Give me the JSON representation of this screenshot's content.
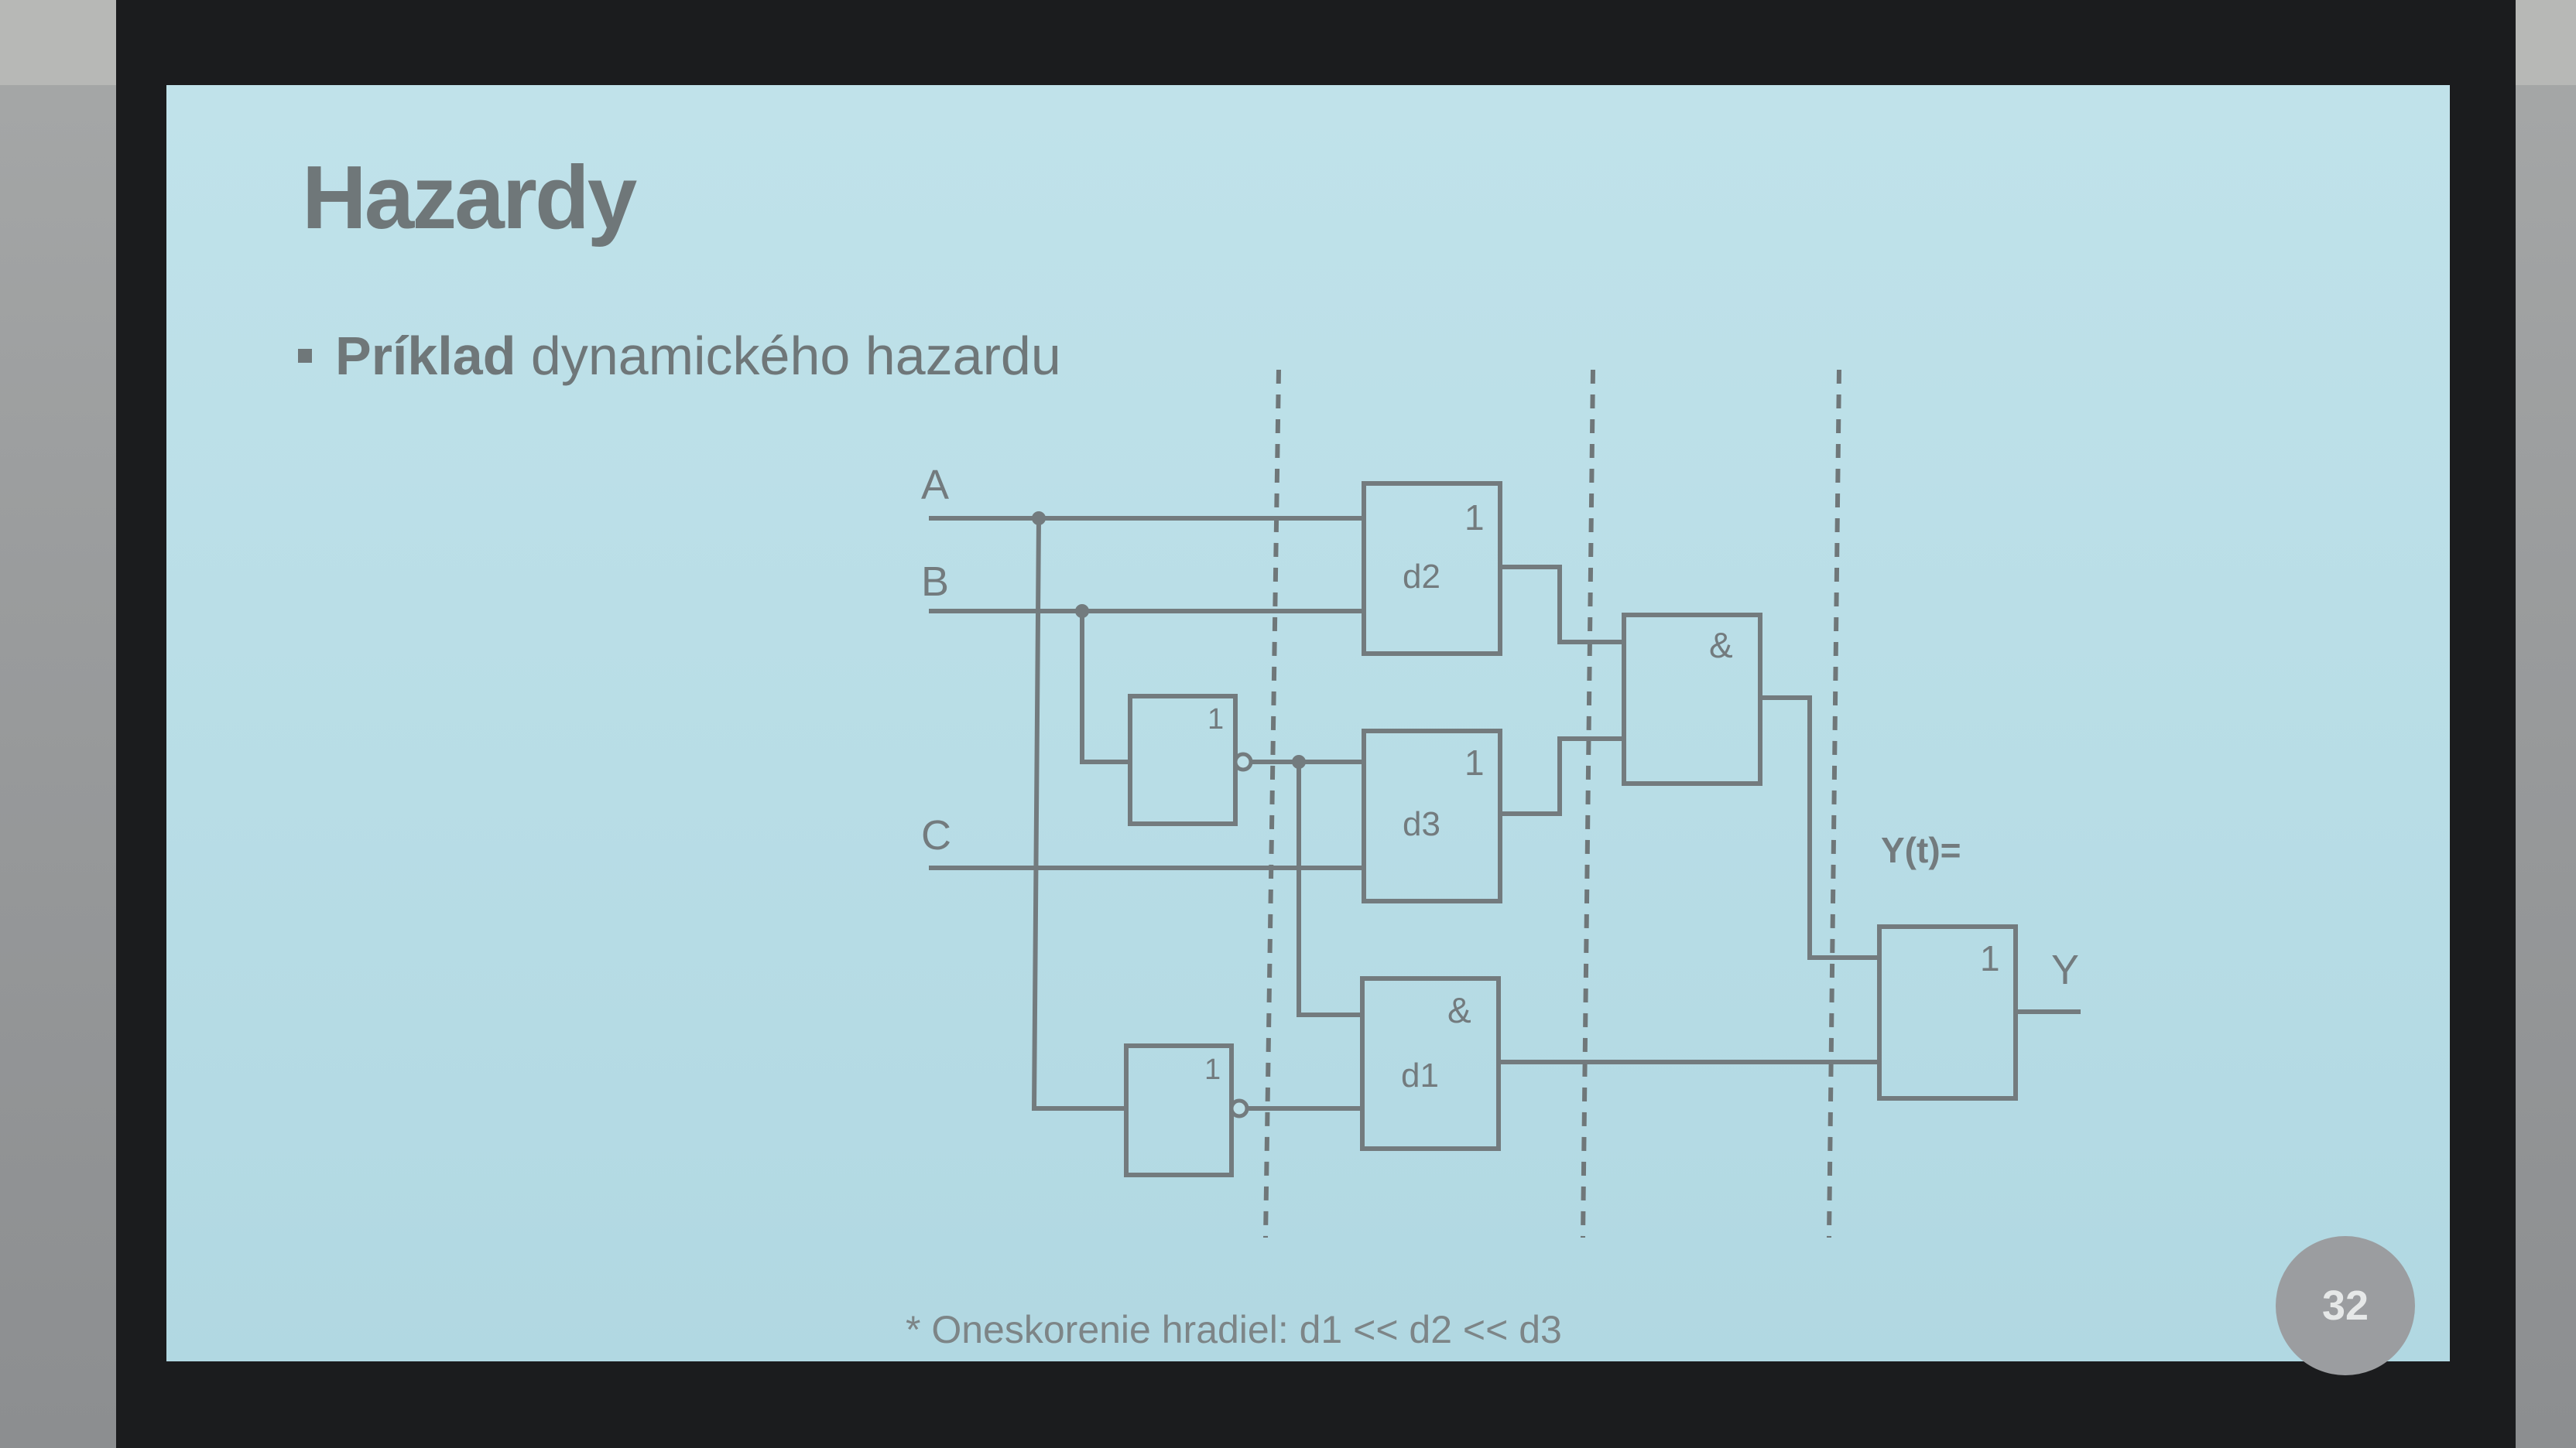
{
  "slide": {
    "title": "Hazardy",
    "bullet_bold": "Príklad",
    "bullet_rest": " dynamického hazardu",
    "footnote": "* Oneskorenie hradiel: d1 << d2 << d3",
    "page_number": "32"
  },
  "diagram": {
    "inputs": {
      "a": "A",
      "b": "B",
      "c": "C"
    },
    "gates": {
      "or_d2": {
        "symbol": "1",
        "delay": "d2"
      },
      "not_b": {
        "symbol": "1"
      },
      "or_d3": {
        "symbol": "1",
        "delay": "d3"
      },
      "not_a": {
        "symbol": "1"
      },
      "and_d1": {
        "symbol": "&",
        "delay": "d1"
      },
      "and_mid": {
        "symbol": "&"
      },
      "or_out": {
        "symbol": "1"
      }
    },
    "output": {
      "expression": "Y(t)=",
      "label": "Y"
    }
  }
}
